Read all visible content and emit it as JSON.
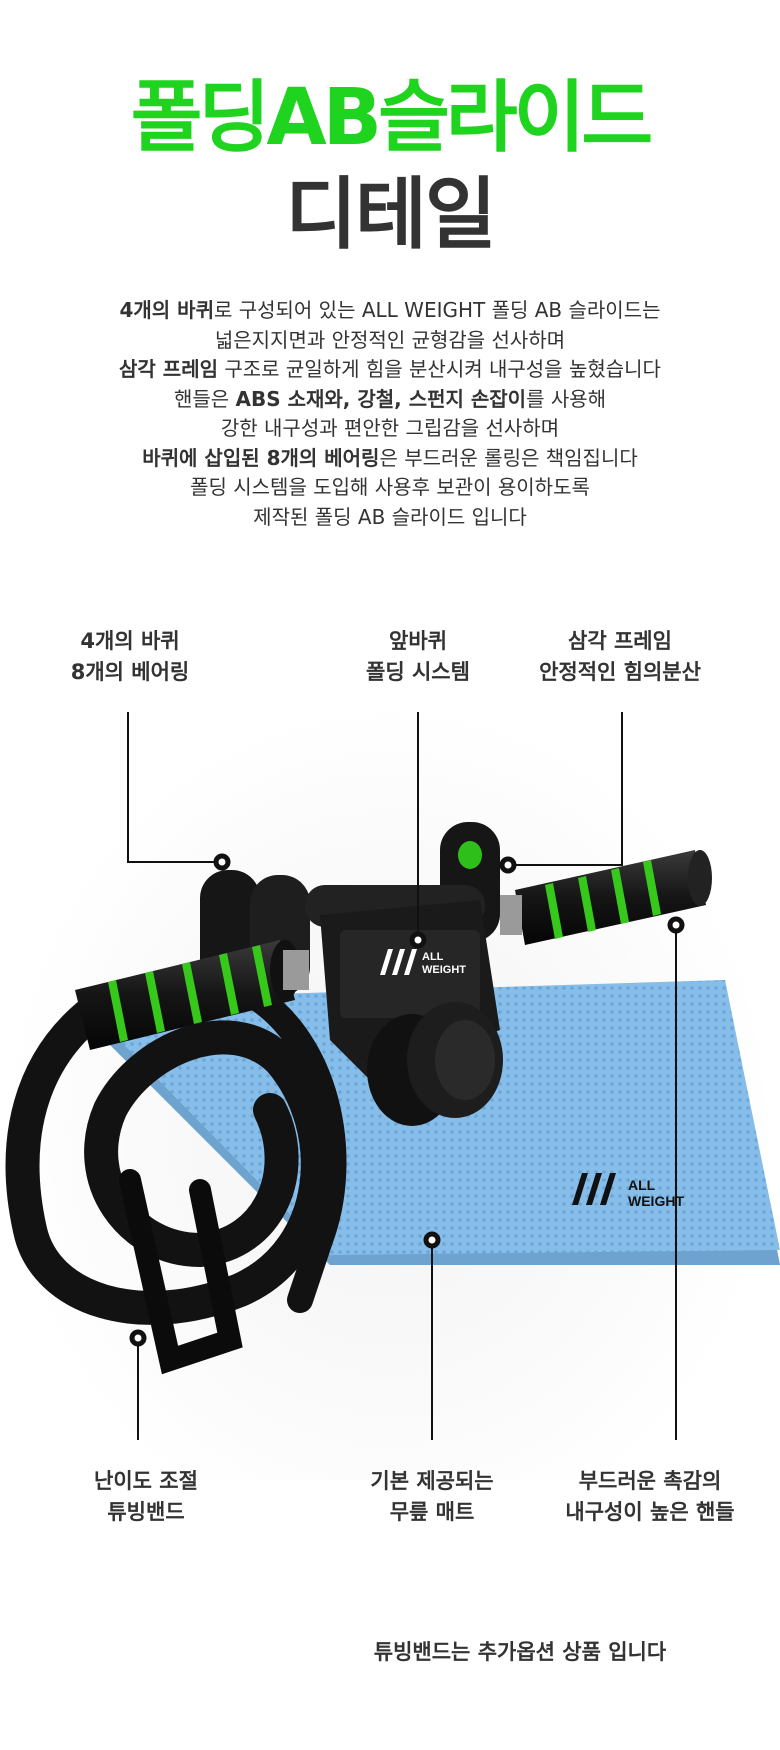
{
  "header": {
    "title_line1": "폴딩AB슬라이드",
    "title_line2": "디테일",
    "title_color": "#1fd41f"
  },
  "description": {
    "line1_bold": "4개의 바퀴",
    "line1_rest": "로 구성되어 있는 ALL WEIGHT 폴딩 AB 슬라이드는",
    "line2": "넓은지지면과 안정적인 균형감을 선사하며",
    "line3_bold": "삼각 프레임",
    "line3_rest": " 구조로 균일하게 힘을 분산시켜 내구성을 높혔습니다",
    "line4_a": "핸들은 ",
    "line4_bold": "ABS 소재와, 강철, 스펀지 손잡이",
    "line4_rest": "를 사용해",
    "line5": "강한 내구성과 편안한 그립감을 선사하며",
    "line6_bold": "바퀴에 삽입된 8개의 베어링",
    "line6_rest": "은 부드러운 롤링은 책임집니다",
    "line7": "폴딩 시스템을 도입해 사용후 보관이 용이하도록",
    "line8": "제작된 폴딩 AB 슬라이드 입니다"
  },
  "callouts": {
    "wheels_line1": "4개의 바퀴",
    "wheels_line2": "8개의 베어링",
    "folding_line1": "앞바퀴",
    "folding_line2": "폴딩 시스템",
    "frame_line1": "삼각 프레임",
    "frame_line2": "안정적인 힘의분산",
    "band_line1": "난이도 조절",
    "band_line2": "튜빙밴드",
    "mat_line1": "기본 제공되는",
    "mat_line2": "무릎 매트",
    "handle_line1": "부드러운 촉감의",
    "handle_line2": "내구성이 높은 핸들"
  },
  "brand": {
    "logo_top": "ALL",
    "logo_bottom": "WEIGHT"
  },
  "footnote": "튜빙밴드는 추가옵션 상품 입니다",
  "colors": {
    "accent_green": "#1fd41f",
    "grip_green": "#3ecf1c",
    "mat_blue": "#7fb7e6",
    "dark_text": "#333333"
  }
}
